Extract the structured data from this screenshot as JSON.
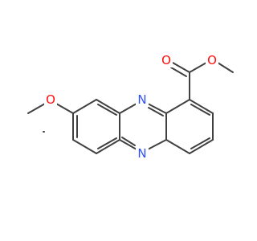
{
  "molecule": {
    "atoms": [
      {
        "id": "n_top",
        "symbol": "N",
        "color": "#3050f8"
      },
      {
        "id": "n_bottom",
        "symbol": "N",
        "color": "#3050f8"
      },
      {
        "id": "o_methoxy",
        "symbol": "O",
        "color": "#ff0d0d"
      },
      {
        "id": "o_carbonyl",
        "symbol": "O",
        "color": "#ff0d0d"
      },
      {
        "id": "o_ester",
        "symbol": "O",
        "color": "#ff0d0d"
      }
    ],
    "bond_color": "#404040",
    "background": "#ffffff"
  }
}
